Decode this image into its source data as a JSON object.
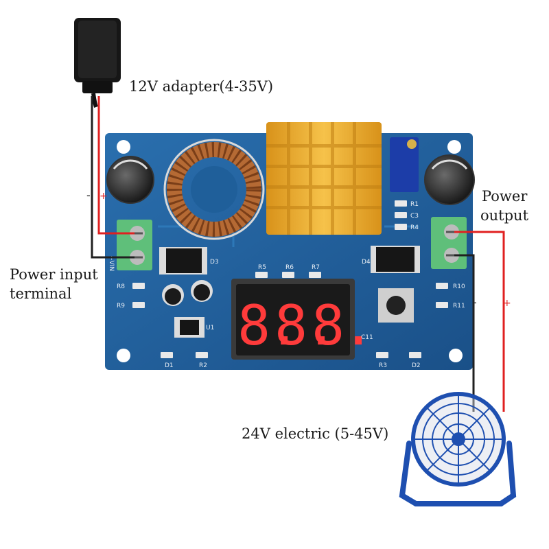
{
  "labels": {
    "adapter": "12V adapter(4-35V)",
    "power_output_1": "Power",
    "power_output_2": "output",
    "power_input_1": "Power input",
    "power_input_2": "terminal",
    "load": "24V electric (5-45V)"
  },
  "wire_marks": {
    "minus_left": "-",
    "plus_left": "+",
    "minus_right": "-",
    "plus_right": "+"
  },
  "board": {
    "display_digits": [
      "8.",
      "8.",
      "8."
    ],
    "silk": {
      "r5": "R5",
      "r6": "R6",
      "r7": "R7",
      "r8": "R8",
      "r9": "R9",
      "r10": "R10",
      "r11": "R11",
      "r1": "R1",
      "r2": "R2",
      "r3": "R3",
      "r4": "R4",
      "c3": "C3",
      "c11": "C11",
      "d1": "D1",
      "d2": "D2",
      "d3": "D3",
      "d4": "D4",
      "u1": "U1",
      "vin": "+VIN"
    }
  },
  "colors": {
    "pcb": "#1f5f9a",
    "heatsink": "#e8a928",
    "terminal": "#5fbf7a",
    "wire_red": "#e02020",
    "wire_black": "#202020",
    "fan": "#1e4fb0",
    "display_digit": "#ff3b3b"
  }
}
